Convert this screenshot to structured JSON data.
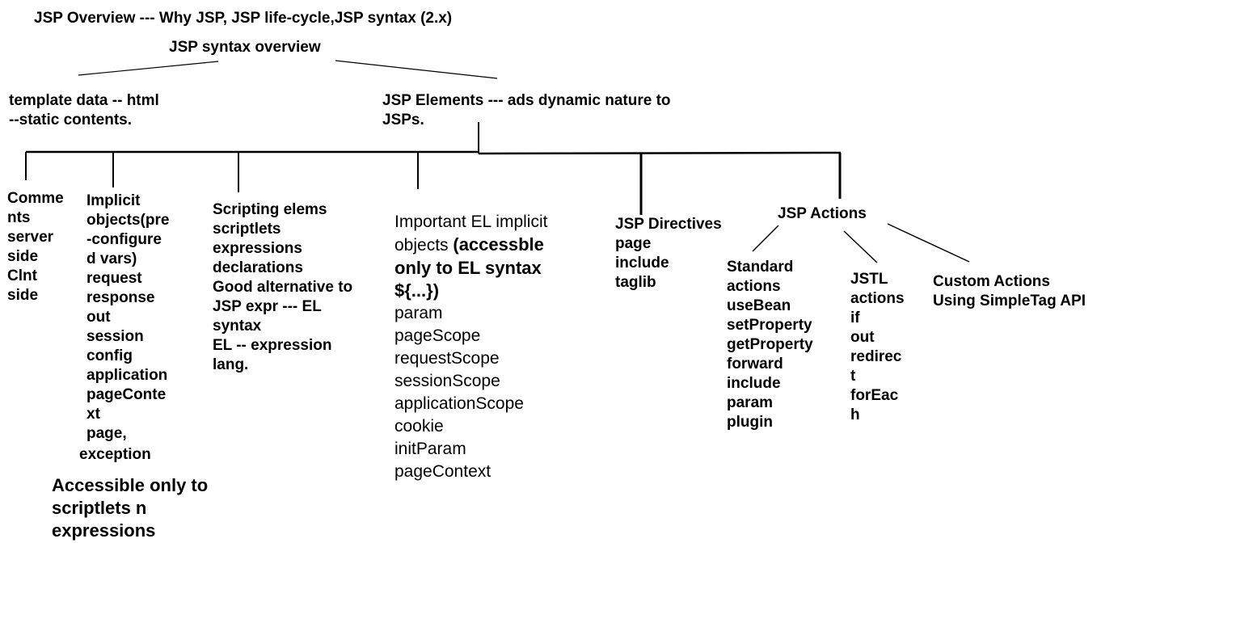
{
  "title": "JSP Overview --- Why JSP, JSP life-cycle,JSP syntax (2.x)",
  "root": "JSP syntax overview",
  "template_data": [
    "template data -- html",
    "--static contents."
  ],
  "jsp_elements": [
    "JSP Elements --- ads dynamic nature to",
    "JSPs."
  ],
  "comments": [
    "Comme",
    "nts",
    "server",
    "side",
    "Clnt",
    "side"
  ],
  "implicit_objects": [
    "Implicit",
    "objects(pre",
    "-configure",
    "d vars)",
    "request",
    "response",
    "out",
    "session",
    "config",
    "application",
    "pageConte",
    "xt",
    "page,"
  ],
  "implicit_exception": "exception",
  "implicit_note": [
    "Accessible only to",
    "scriptlets n",
    "expressions"
  ],
  "scripting": [
    "Scripting elems",
    "scriptlets",
    "expressions",
    "declarations",
    "Good alternative to",
    "JSP expr --- EL",
    "syntax",
    "EL -- expression",
    "lang."
  ],
  "el_objects": {
    "intro_1": "Important EL implicit",
    "intro_2_plain": "objects ",
    "intro_2_bold": "(accessble",
    "bold_lines": [
      "only to EL syntax",
      "${...})"
    ],
    "items": [
      "param",
      "pageScope",
      "requestScope",
      "sessionScope",
      "applicationScope",
      "cookie",
      "initParam",
      "pageContext"
    ]
  },
  "directives": [
    "JSP Directives",
    "page",
    "include",
    "taglib"
  ],
  "actions": "JSP Actions",
  "standard_actions": [
    "Standard",
    "actions",
    "useBean",
    "setProperty",
    "getProperty",
    "forward",
    "include",
    "param",
    "plugin"
  ],
  "jstl_actions": [
    "JSTL",
    "actions",
    "if",
    "out",
    "redirec",
    "t",
    "forEac",
    "h"
  ],
  "custom_actions": [
    "Custom Actions",
    "Using SimpleTag API"
  ],
  "colors": {
    "text": "#000000",
    "background": "#ffffff",
    "lines": "#000000"
  }
}
